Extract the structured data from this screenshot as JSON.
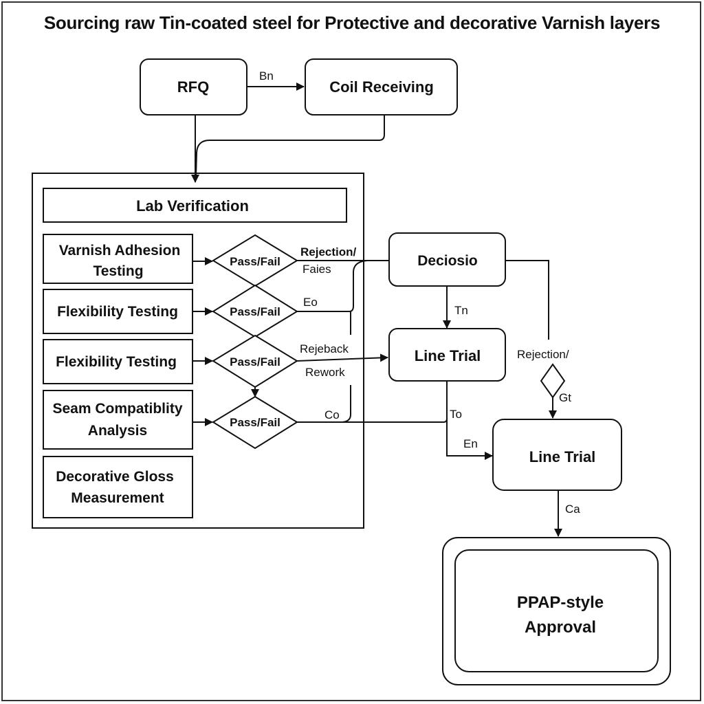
{
  "title": "Sourcing raw Tin-coated steel for Protective and decorative Varnish layers",
  "nodes": {
    "rfq": "RFQ",
    "coil_receiving": "Coil Receiving",
    "lab_verification": "Lab Verification",
    "varnish_adhesion": [
      "Varnish Adhesion",
      "Testing"
    ],
    "flexibility_1": "Flexibility Testing",
    "flexibility_2": "Flexibility Testing",
    "seam_compat": [
      "Seam Compatiblity",
      "Analysis"
    ],
    "gloss": [
      "Decorative Gloss",
      "Measurement"
    ],
    "decision": "Deciosio",
    "line_trial_1": "Line Trial",
    "line_trial_2": "Line Trial",
    "ppap": [
      "PPAP-style",
      "Approval"
    ]
  },
  "decisions": [
    "Pass/Fail",
    "Pass/Fail",
    "Pass/Fail",
    "Pass/Fail"
  ],
  "edge_labels": {
    "rfq_to_coil": "Bn",
    "rejection_faies": [
      "Rejection/",
      "Faies"
    ],
    "eo": "Eo",
    "rejeback": "Rejeback",
    "rework": "Rework",
    "co": "Co",
    "tn": "Tn",
    "rejection_right": "Rejection/",
    "gt": "Gt",
    "to": "To",
    "en": "En",
    "ca": "Ca"
  }
}
